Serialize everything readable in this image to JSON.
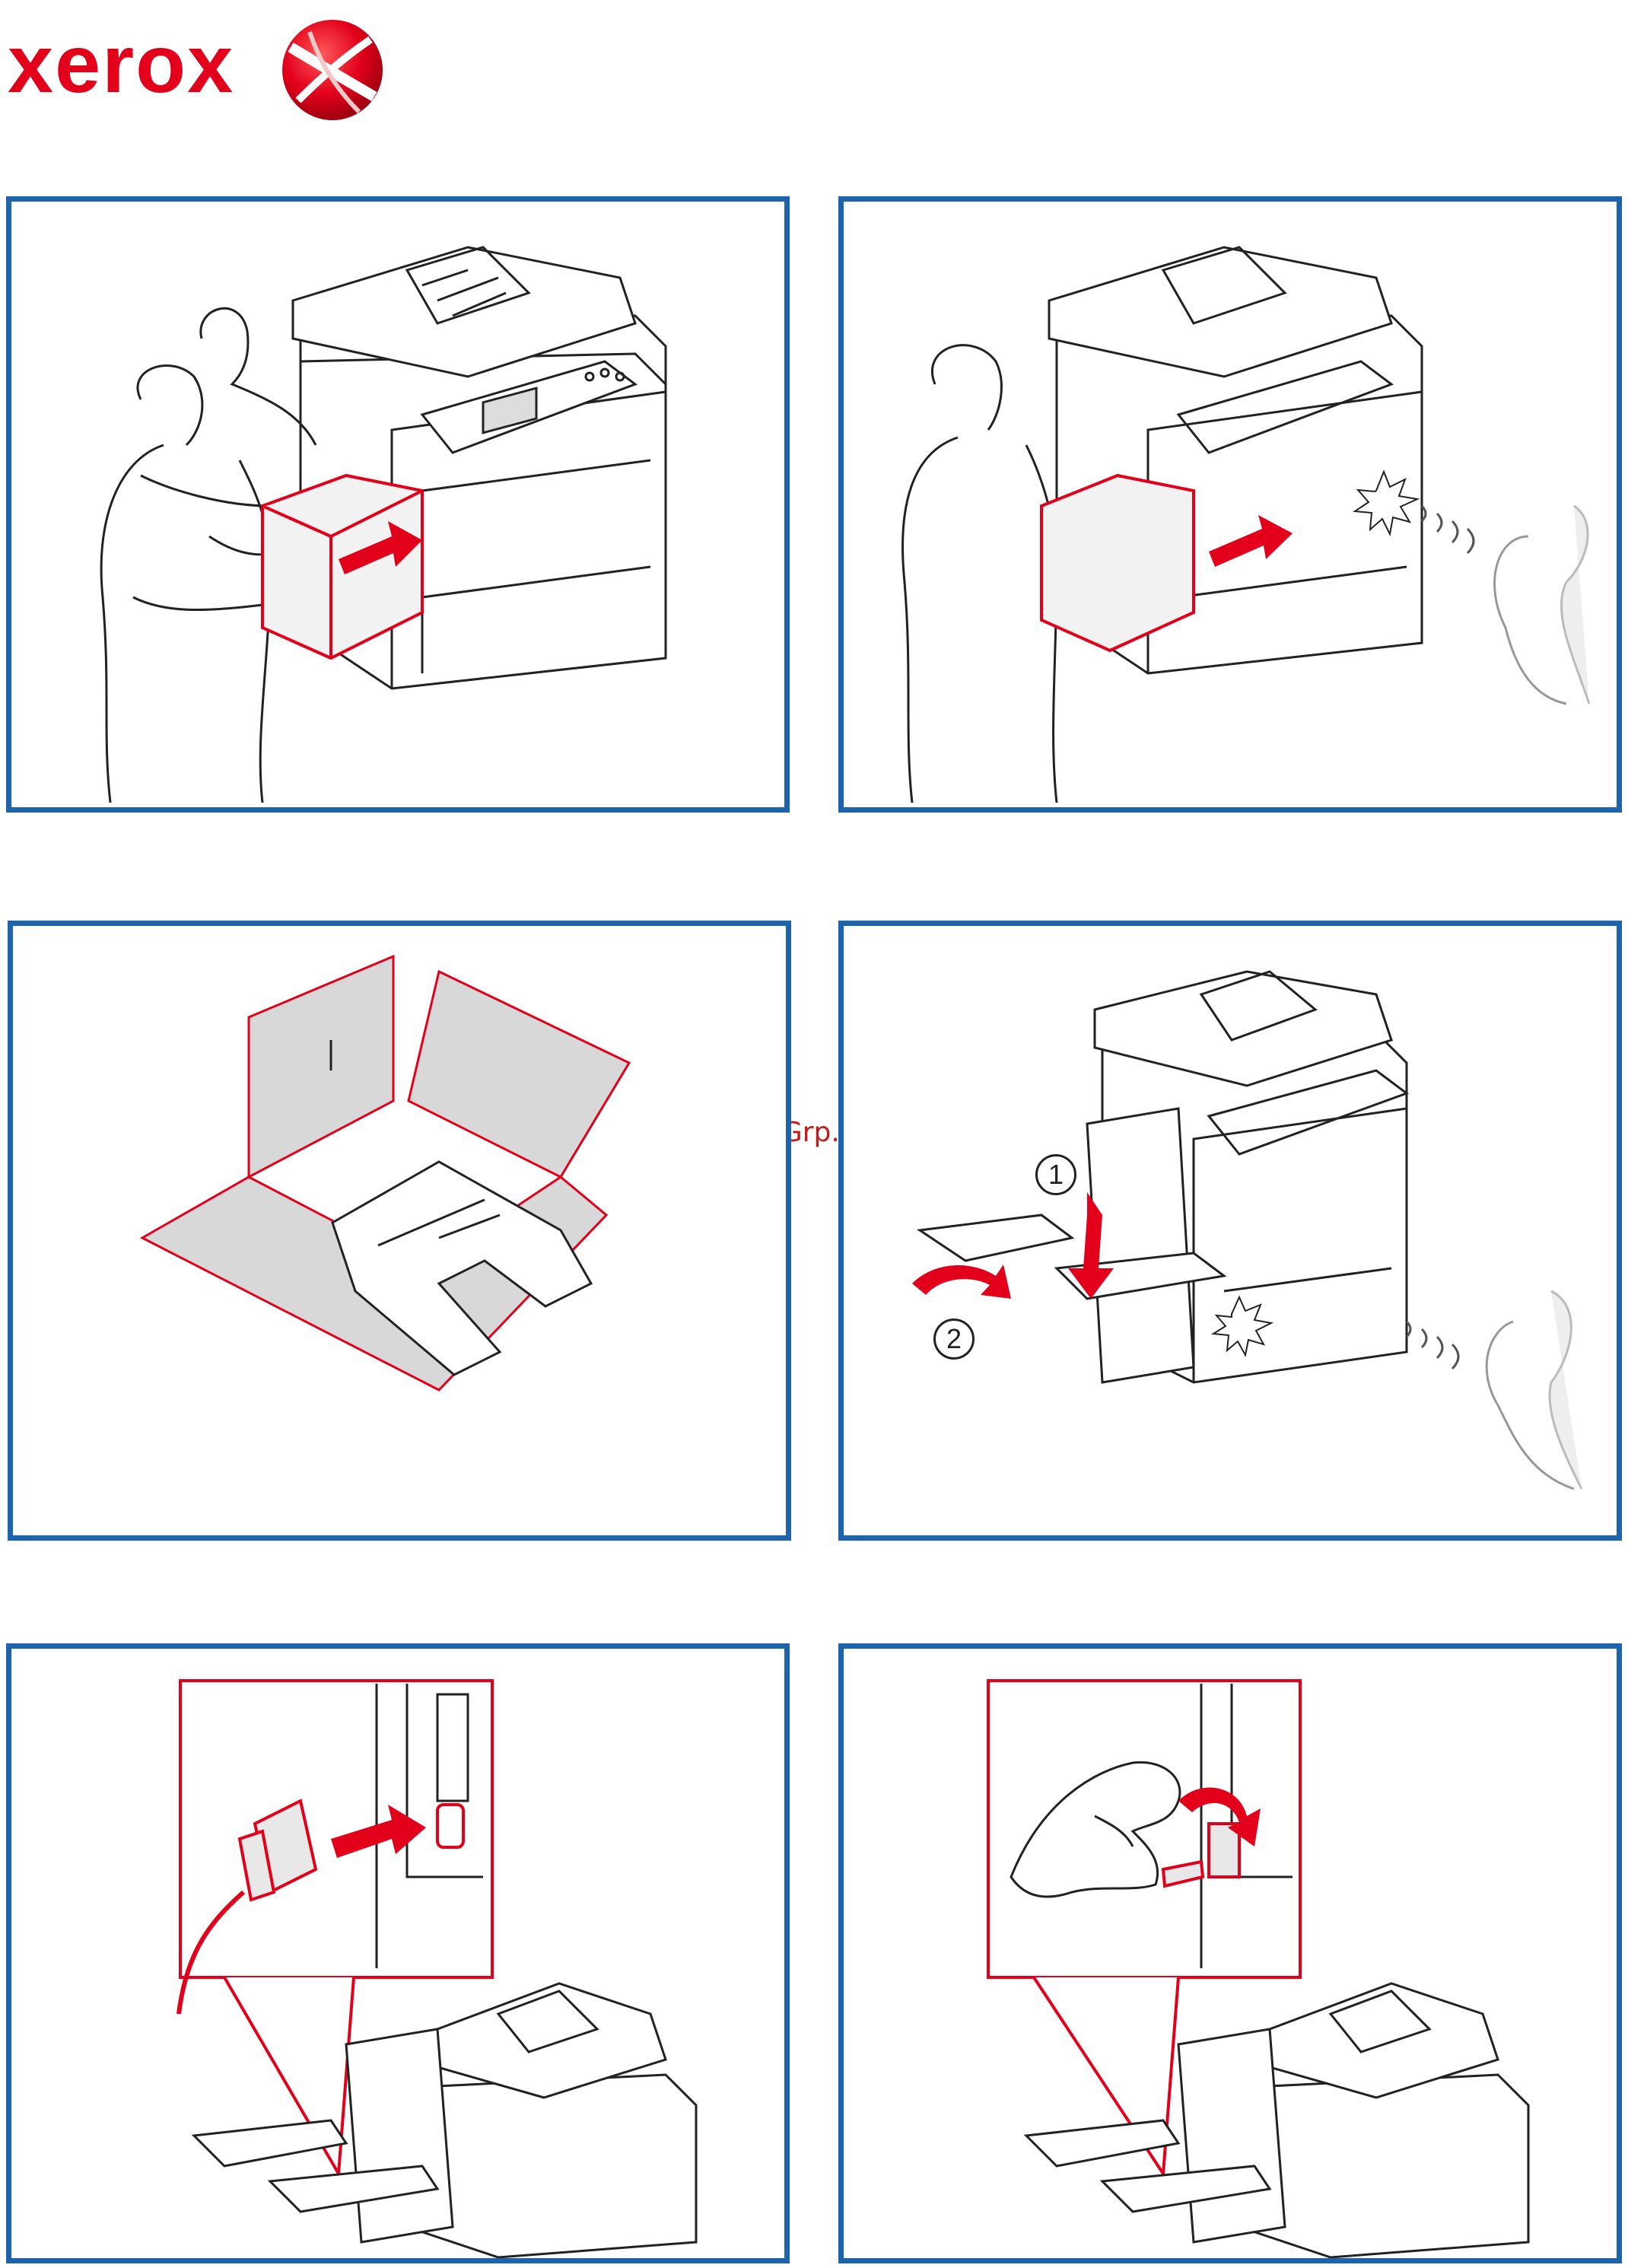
{
  "brand": {
    "name": "xerox",
    "color": "#e2001a",
    "logo_icon": "xerox-sphere-icon"
  },
  "watermark": "McGrp.Ru",
  "panel_border_color": "#1d64ad",
  "highlight_color": "#e2001a",
  "panels": [
    {
      "id": "p1",
      "illustration": "two-people-lifting-finisher-onto-copier"
    },
    {
      "id": "p2",
      "illustration": "person-pushing-finisher-click-sound"
    },
    {
      "id": "p3",
      "illustration": "output-tray-unfolded"
    },
    {
      "id": "p4",
      "illustration": "attach-output-trays-click-sound"
    },
    {
      "id": "p5",
      "illustration": "connect-cable-to-port"
    },
    {
      "id": "p6",
      "illustration": "tighten-connector-screws"
    }
  ],
  "callouts": {
    "one": "1",
    "two": "2"
  }
}
